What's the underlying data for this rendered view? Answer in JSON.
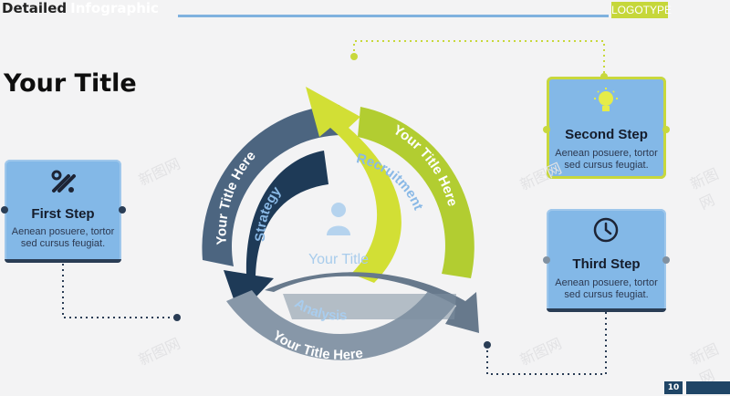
{
  "header": {
    "title_part1": "Detailed",
    "title_part2": "Infographic",
    "logotype": "LOGOTYPE"
  },
  "main_title": "Your Title",
  "center_label": "Your Title",
  "ring": {
    "outer_label_dark": "Your Title Here",
    "outer_label_green": "Your Title Here",
    "outer_label_gray": "Your Title Here",
    "inner_label_strategy": "Strategy",
    "inner_label_recruitment": "Recruitment",
    "inner_label_analysis": "Analysis"
  },
  "steps": [
    {
      "title": "First Step",
      "desc1": "Aenean posuere, tortor",
      "desc2": "sed cursus feugiat.",
      "icon": "tools-icon"
    },
    {
      "title": "Second Step",
      "desc1": "Aenean posuere, tortor",
      "desc2": "sed cursus feugiat.",
      "icon": "lightbulb-icon"
    },
    {
      "title": "Third Step",
      "desc1": "Aenean posuere, tortor",
      "desc2": "sed cursus feugiat.",
      "icon": "clock-icon"
    }
  ],
  "page_number": "10",
  "watermark": "新图网",
  "colors": {
    "dark_blue": "#2d4a66",
    "slate": "#4f6a84",
    "green": "#b5cf2f",
    "yellow_green": "#d6e23a",
    "gray_blue": "#6e8296",
    "card_blue": "#83b8e7",
    "accent_blue": "#7fb1de"
  }
}
